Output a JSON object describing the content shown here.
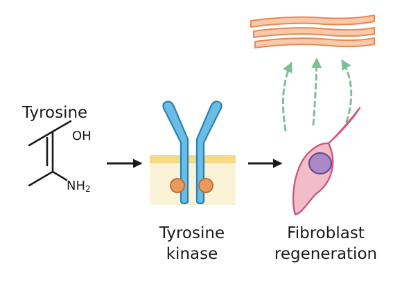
{
  "labels": {
    "tyrosine": "Tyrosine",
    "oh": "OH",
    "nh_main": "NH",
    "nh_sub": "2",
    "kinase_line1": "Tyrosine",
    "kinase_line2": "kinase",
    "fibro_line1": "Fibroblast",
    "fibro_line2": "regeneration"
  },
  "colors": {
    "ink": "#1a1a1a",
    "receptor_fill": "#6cbde3",
    "receptor_stroke": "#2a7fb5",
    "membrane_fill": "#fbf3d7",
    "membrane_band": "#f6d77d",
    "phosphate_fill": "#ea9b5c",
    "phosphate_stroke": "#b9672f",
    "cell_fill": "#f2bccb",
    "cell_stroke": "#c95a7c",
    "nucleus_fill": "#a98ac6",
    "nucleus_stroke": "#6b4a8f",
    "fiber_fill": "#f9c9a8",
    "fiber_stroke": "#e2895a",
    "dashed_arrow": "#7dbf96"
  },
  "icons": {
    "molecule": "benzene-ring-icon",
    "receptor": "y-shaped-receptor-icon",
    "cell": "fibroblast-cell-icon",
    "fibers": "collagen-fiber-icon"
  }
}
